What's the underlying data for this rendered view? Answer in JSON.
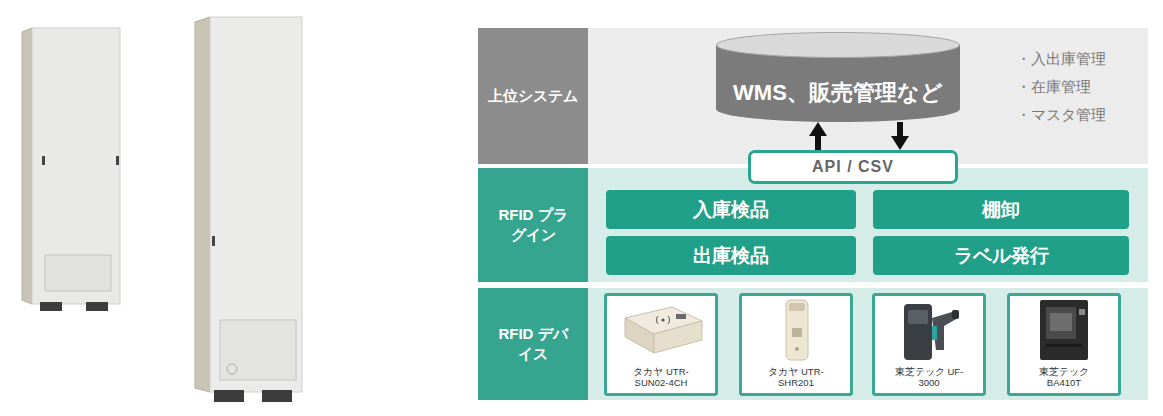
{
  "diagram": {
    "nodes": [
      {
        "text": [
          "上位システム"
        ]
      },
      {
        "text": [
          "WMS、販売管理など"
        ]
      },
      {
        "text": [
          "API / CSV"
        ]
      },
      {
        "text": [
          "RFID プラグイン"
        ]
      },
      {
        "text": [
          "入庫検品"
        ]
      },
      {
        "text": [
          "棚卸"
        ]
      },
      {
        "text": [
          "出庫検品"
        ]
      },
      {
        "text": [
          "ラベル発行"
        ]
      },
      {
        "text": [
          "RFID デバイス"
        ]
      },
      {
        "text": [
          "タカヤ UTR-SUN02-4CH"
        ]
      },
      {
        "text": [
          "タカヤ UTR-SHR201"
        ]
      },
      {
        "text": [
          "東芝テック UF-3000"
        ]
      },
      {
        "text": [
          "東芝テック BA410T"
        ]
      }
    ],
    "edges": [
      {
        "from": 2,
        "to": 1,
        "arrow": "to"
      },
      {
        "from": 1,
        "to": 2,
        "arrow": "to"
      }
    ],
    "labels": [
      "・入出庫管理",
      "・在庫管理",
      "・マスタ管理"
    ]
  }
}
